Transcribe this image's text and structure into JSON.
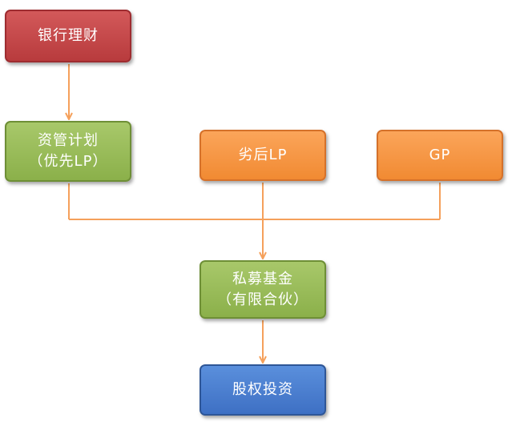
{
  "colors": {
    "connector": "#f5a05b",
    "red": "#c44547",
    "green": "#9bbb59",
    "orange": "#f79646",
    "blue": "#4f81bd"
  },
  "nodes": {
    "bank": {
      "line1": "银行理财"
    },
    "asset": {
      "line1": "资管计划",
      "line2": "（优先LP）"
    },
    "lp": {
      "line1": "劣后LP"
    },
    "gp": {
      "line1": "GP"
    },
    "fund": {
      "line1": "私募基金",
      "line2": "（有限合伙）"
    },
    "equity": {
      "line1": "股权投资"
    }
  }
}
